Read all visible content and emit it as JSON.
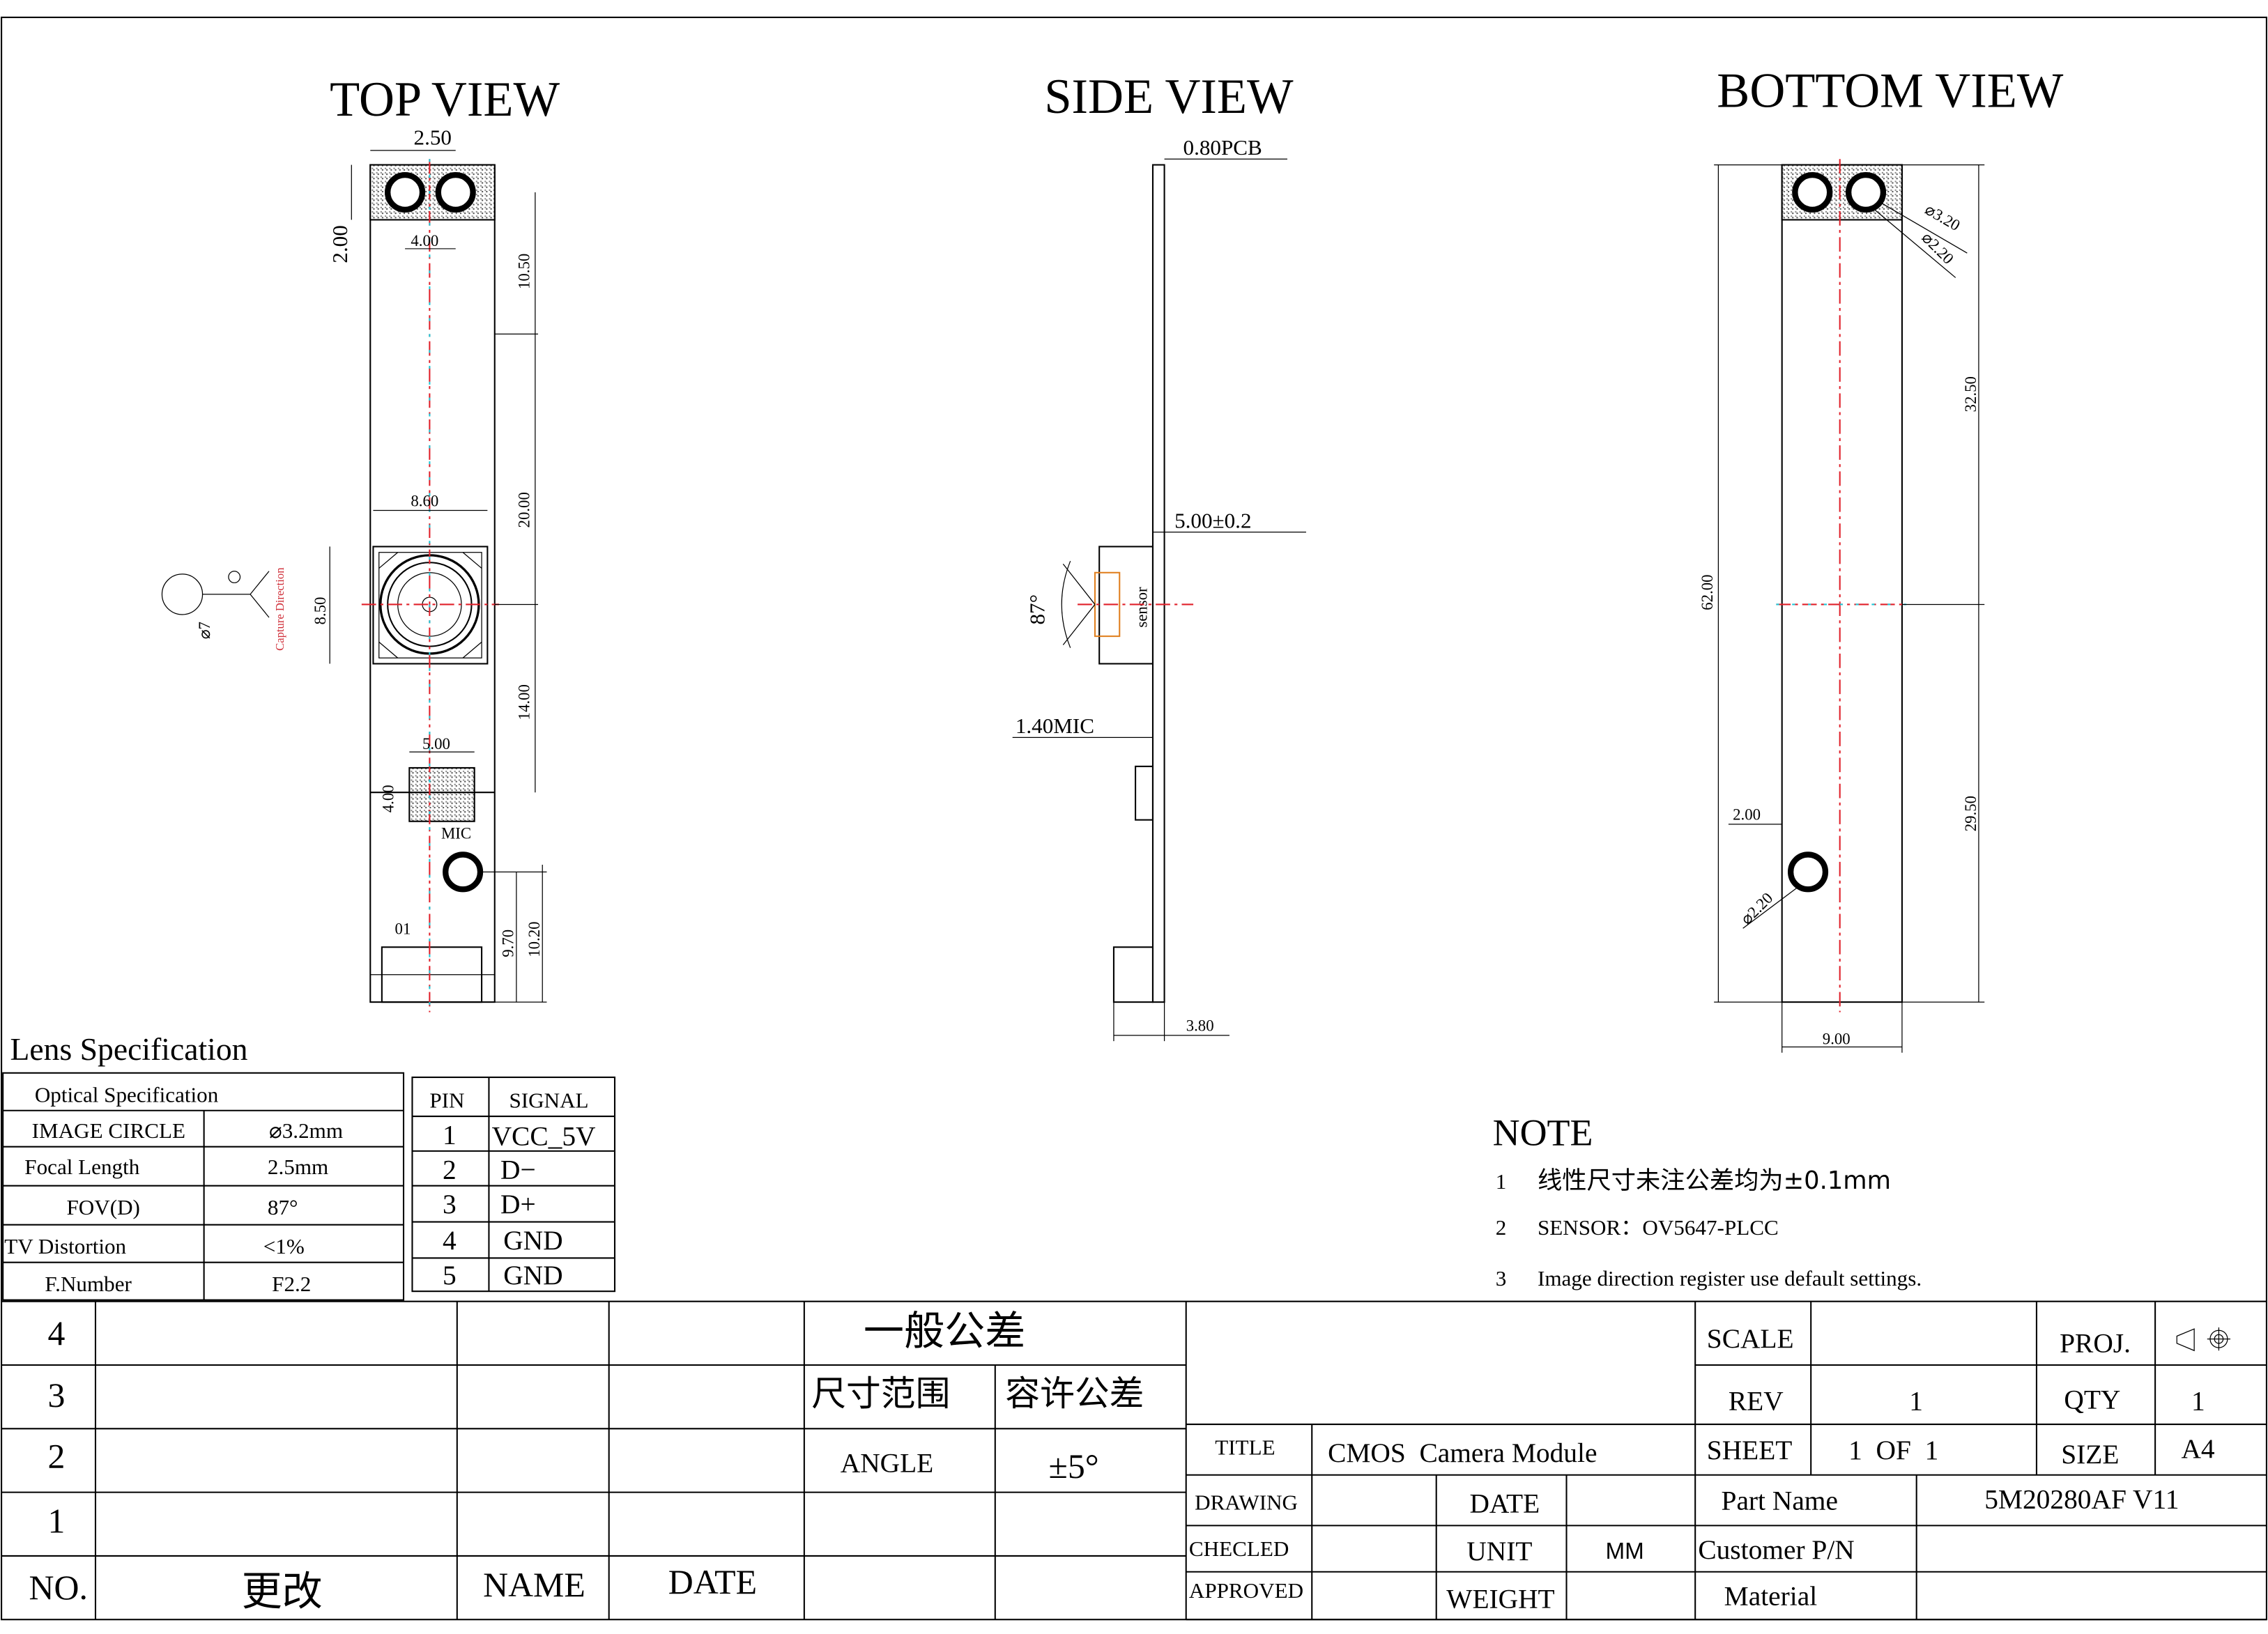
{
  "views": {
    "top": {
      "title": "TOP VIEW",
      "dims": [
        "2.50",
        "2.00",
        "4.00",
        "10.50",
        "8.60",
        "20.00",
        "8.50",
        "14.00",
        "5.00",
        "4.00",
        "9.70",
        "10.20"
      ],
      "mic_label": "MIC",
      "pin1_label": "01",
      "capture_label": "Capture Direction",
      "phi_label": "⌀7"
    },
    "side": {
      "title": "SIDE VIEW",
      "dims": [
        "0.80PCB",
        "5.00±0.2",
        "87°",
        "1.40MIC",
        "3.80"
      ],
      "sensor_label": "sensor"
    },
    "bottom": {
      "title": "BOTTOM VIEW",
      "dims": [
        "⌀3.20",
        "⌀2.20",
        "32.50",
        "62.00",
        "2.00",
        "29.50",
        "⌀2.20",
        "9.00"
      ]
    }
  },
  "lens_spec": {
    "heading": "Lens Specification",
    "table_title": "Optical Specification",
    "rows": [
      {
        "label": "IMAGE CIRCLE",
        "value": "⌀3.2mm"
      },
      {
        "label": "Focal Length",
        "value": "2.5mm"
      },
      {
        "label": "FOV(D)",
        "value": "87°"
      },
      {
        "label": "TV Distortion",
        "value": "<1%"
      },
      {
        "label": "F.Number",
        "value": "F2.2"
      }
    ]
  },
  "pin_table": {
    "headers": [
      "PIN",
      "SIGNAL"
    ],
    "rows": [
      {
        "pin": "1",
        "signal": "VCC_5V"
      },
      {
        "pin": "2",
        "signal": "D−"
      },
      {
        "pin": "3",
        "signal": "D+"
      },
      {
        "pin": "4",
        "signal": "GND"
      },
      {
        "pin": "5",
        "signal": "GND"
      }
    ]
  },
  "note": {
    "title": "NOTE",
    "items": [
      {
        "num": "1",
        "text": "线性尺寸未注公差均为±0.1mm"
      },
      {
        "num": "2",
        "text": "SENSOR：OV5647-PLCC"
      },
      {
        "num": "3",
        "text": "Image direction register use default settings."
      }
    ]
  },
  "revision_block": {
    "row_numbers": [
      "4",
      "3",
      "2",
      "1"
    ],
    "footer": {
      "no": "NO.",
      "change": "更改",
      "name": "NAME",
      "date": "DATE"
    },
    "tolerance_title": "一般公差",
    "tolerance_headers": [
      "尺寸范围",
      "容许公差"
    ],
    "tolerance_rows": [
      {
        "range": "ANGLE",
        "tol": "±5°"
      }
    ]
  },
  "title_block": {
    "scale_label": "SCALE",
    "scale_value": "",
    "proj_label": "PROJ.",
    "rev_label": "REV",
    "rev_value": "1",
    "qty_label": "QTY",
    "qty_value": "1",
    "title_label": "TITLE",
    "title_value": "CMOS  Camera Module",
    "sheet_label": "SHEET",
    "sheet_value": "1  OF  1",
    "size_label": "SIZE",
    "size_value": "A4",
    "drawing_label": "DRAWING",
    "date_label": "DATE",
    "part_name_label": "Part Name",
    "part_name_value": "5M20280AF V11",
    "checked_label": "CHECLED",
    "unit_label": "UNIT",
    "unit_value": "MM",
    "customer_pn_label": "Customer P/N",
    "approved_label": "APPROVED",
    "weight_label": "WEIGHT",
    "material_label": "Material"
  }
}
